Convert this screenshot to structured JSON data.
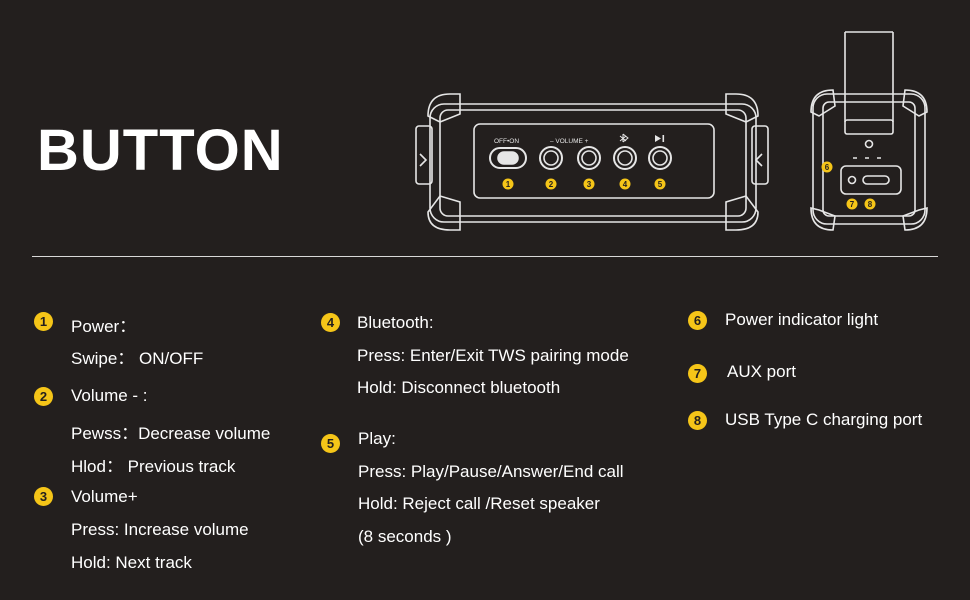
{
  "page": {
    "title": "BUTTON"
  },
  "colors": {
    "background": "#231f1e",
    "badge": "#f5c518",
    "text": "#ffffff",
    "line": "#d8d8d8"
  },
  "diagram": {
    "switch_label": "OFF•ON",
    "volume_label": "–  VOLUME  +",
    "bluetooth_icon": "bluetooth-icon",
    "play_pause_icon": "play-pause-icon",
    "markers": [
      "1",
      "2",
      "3",
      "4",
      "5",
      "6",
      "7",
      "8"
    ]
  },
  "features": [
    {
      "number": "1",
      "heading": "Power：",
      "lines": [
        "Swipe： ON/OFF"
      ]
    },
    {
      "number": "2",
      "heading": "Volume - :",
      "lines": [
        "Pewss：Decrease volume",
        "Hlod：  Previous track"
      ]
    },
    {
      "number": "3",
      "heading": "Volume+",
      "lines": [
        "Press: Increase volume",
        "Hold: Next track"
      ]
    },
    {
      "number": "4",
      "heading": "Bluetooth:",
      "lines": [
        "Press: Enter/Exit TWS pairing mode",
        "Hold: Disconnect bluetooth"
      ]
    },
    {
      "number": "5",
      "heading": "Play:",
      "lines": [
        "Press: Play/Pause/Answer/End call",
        "Hold: Reject call /Reset speaker",
        "(8 seconds )"
      ]
    },
    {
      "number": "6",
      "heading": "Power indicator light",
      "lines": []
    },
    {
      "number": "7",
      "heading": "AUX port",
      "lines": []
    },
    {
      "number": "8",
      "heading": "USB Type C charging port",
      "lines": []
    }
  ]
}
